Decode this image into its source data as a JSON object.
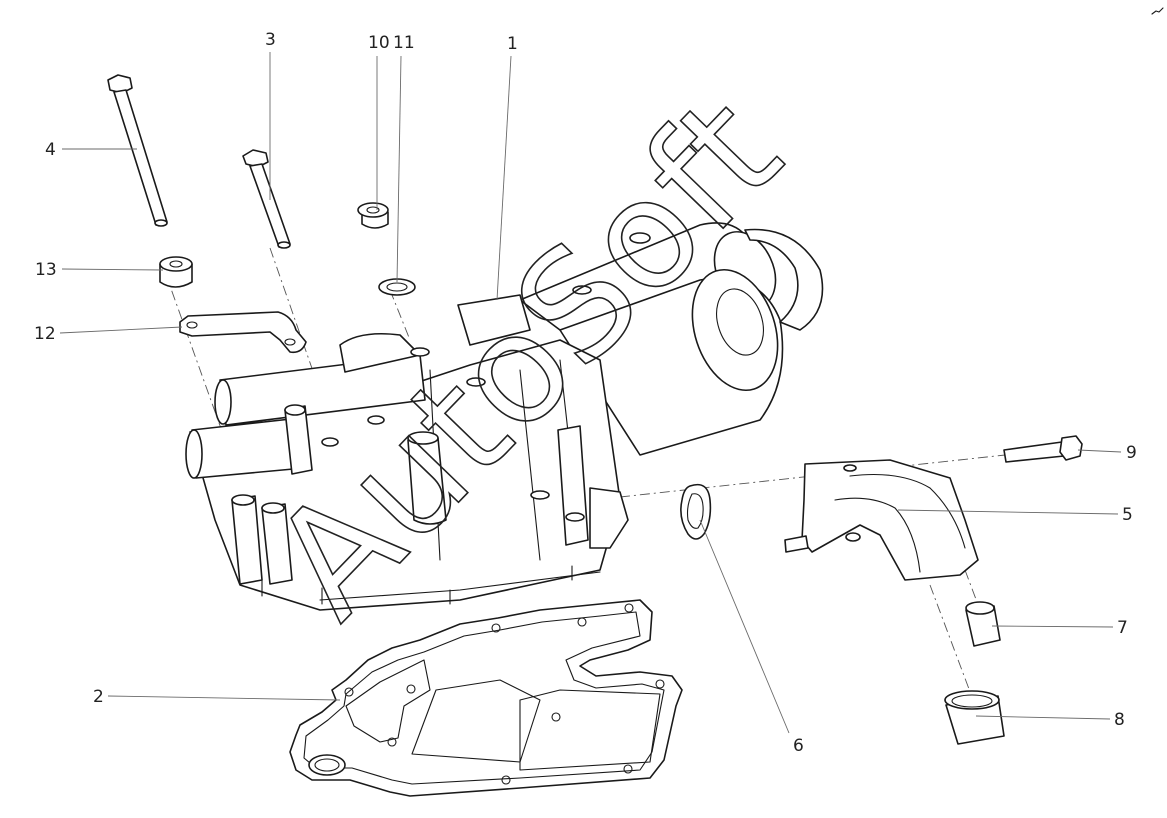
{
  "diagram": {
    "callouts": [
      "1",
      "2",
      "3",
      "4",
      "5",
      "6",
      "7",
      "8",
      "9",
      "10",
      "11",
      "12",
      "13"
    ],
    "watermark": "AutoSoft"
  }
}
